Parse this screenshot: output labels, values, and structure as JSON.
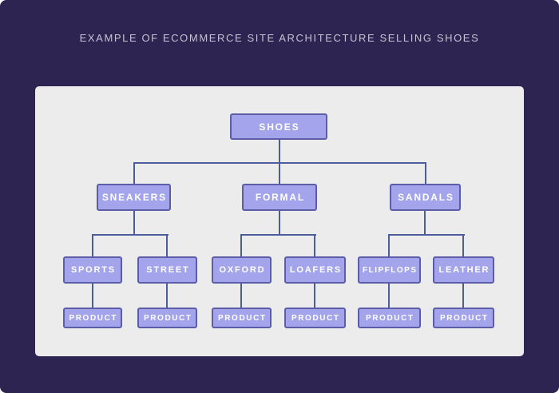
{
  "title": "EXAMPLE OF ECOMMERCE SITE ARCHITECTURE SELLING SHOES",
  "colors": {
    "background": "#2d2452",
    "panel": "#ececec",
    "node_fill": "#a3a4ec",
    "node_border": "#5b5ea6",
    "connector": "#4d5c9b",
    "title_text": "#c6c4d2",
    "node_text": "#ffffff"
  },
  "diagram": {
    "type": "tree",
    "description": "ecommerce site architecture, 4 levels: root category, subcategories, sub-subcategories, products",
    "nodes": [
      {
        "id": "shoes",
        "label": "SHOES",
        "parent": null,
        "level": 1
      },
      {
        "id": "sneakers",
        "label": "SNEAKERS",
        "parent": "shoes",
        "level": 2
      },
      {
        "id": "formal",
        "label": "FORMAL",
        "parent": "shoes",
        "level": 2
      },
      {
        "id": "sandals",
        "label": "SANDALS",
        "parent": "shoes",
        "level": 2
      },
      {
        "id": "sports",
        "label": "SPORTS",
        "parent": "sneakers",
        "level": 3
      },
      {
        "id": "street",
        "label": "STREET",
        "parent": "sneakers",
        "level": 3
      },
      {
        "id": "oxford",
        "label": "OXFORD",
        "parent": "formal",
        "level": 3
      },
      {
        "id": "loafers",
        "label": "LOAFERS",
        "parent": "formal",
        "level": 3
      },
      {
        "id": "flipflops",
        "label": "FLIPFLOPS",
        "parent": "sandals",
        "level": 3
      },
      {
        "id": "leather",
        "label": "LEATHER",
        "parent": "sandals",
        "level": 3
      },
      {
        "id": "product-sports",
        "label": "PRODUCT",
        "parent": "sports",
        "level": 4
      },
      {
        "id": "product-street",
        "label": "PRODUCT",
        "parent": "street",
        "level": 4
      },
      {
        "id": "product-oxford",
        "label": "PRODUCT",
        "parent": "oxford",
        "level": 4
      },
      {
        "id": "product-loafers",
        "label": "PRODUCT",
        "parent": "loafers",
        "level": 4
      },
      {
        "id": "product-flipflops",
        "label": "PRODUCT",
        "parent": "flipflops",
        "level": 4
      },
      {
        "id": "product-leather",
        "label": "PRODUCT",
        "parent": "leather",
        "level": 4
      }
    ]
  }
}
